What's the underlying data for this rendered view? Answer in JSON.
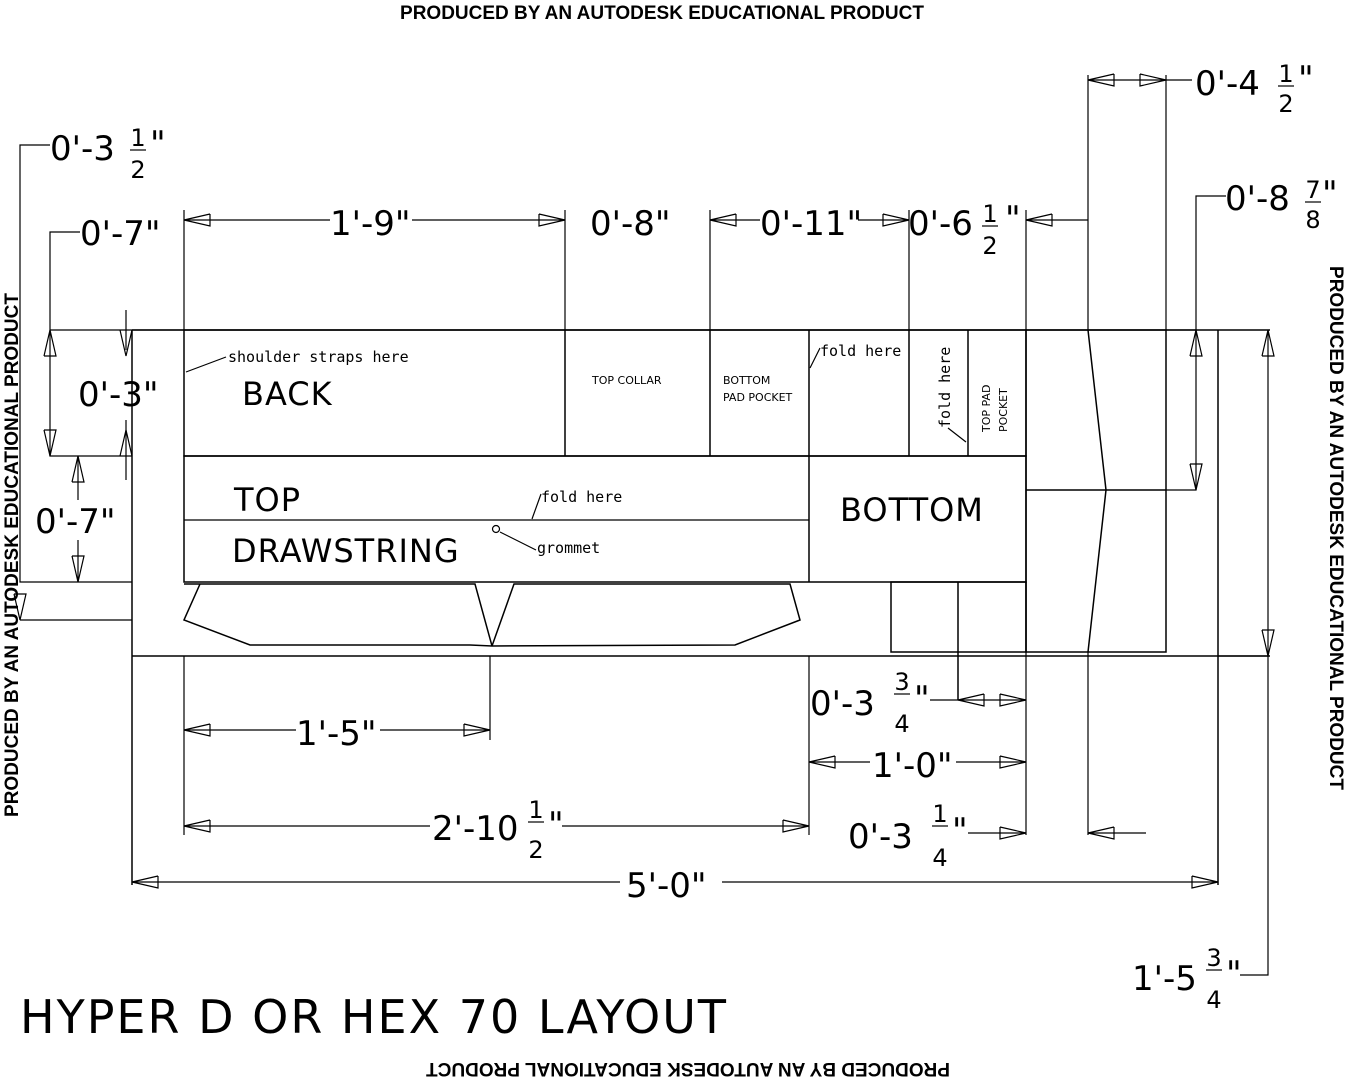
{
  "title": "HYPER D OR HEX 70 LAYOUT",
  "watermark": "PRODUCED BY AN AUTODESK EDUCATIONAL PRODUCT",
  "pieces": {
    "back": "BACK",
    "top_collar": "TOP COLLAR",
    "bottom_pad_pocket_1": "BOTTOM",
    "bottom_pad_pocket_2": "PAD POCKET",
    "top_pad_pocket_1": "TOP PAD",
    "top_pad_pocket_2": "POCKET",
    "top": "TOP",
    "drawstring": "DRAWSTRING",
    "bottom": "BOTTOM"
  },
  "notes": {
    "shoulder_straps": "shoulder straps here",
    "fold_1": "fold here",
    "fold_2": "fold here",
    "fold_3": "fold here",
    "grommet": "grommet"
  },
  "dimensions": {
    "d_1_9": "1'-9\"",
    "d_0_8": "0'-8\"",
    "d_0_11": "0'-11\"",
    "d_0_6_half_whole": "0'-6",
    "d_0_6_half_num": "1",
    "d_0_6_half_den": "2",
    "d_0_4_half_whole": "0'-4",
    "d_0_4_half_num": "1",
    "d_0_4_half_den": "2",
    "d_0_3_half_whole": "0'-3",
    "d_0_3_half_num": "1",
    "d_0_3_half_den": "2",
    "d_0_7_top": "0'-7\"",
    "d_0_3": "0'-3\"",
    "d_0_7_left": "0'-7\"",
    "d_0_8_78_whole": "0'-8",
    "d_0_8_78_num": "7",
    "d_0_8_78_den": "8",
    "d_1_5": "1'-5\"",
    "d_0_3_34_whole": "0'-3",
    "d_0_3_34_num": "3",
    "d_0_3_34_den": "4",
    "d_1_0": "1'-0\"",
    "d_2_10_half_whole": "2'-10",
    "d_2_10_half_num": "1",
    "d_2_10_half_den": "2",
    "d_0_3_14_whole": "0'-3",
    "d_0_3_14_num": "1",
    "d_0_3_14_den": "4",
    "d_5_0": "5'-0\"",
    "d_1_5_34_whole": "1'-5",
    "d_1_5_34_num": "3",
    "d_1_5_34_den": "4",
    "inch_mark": "\""
  }
}
